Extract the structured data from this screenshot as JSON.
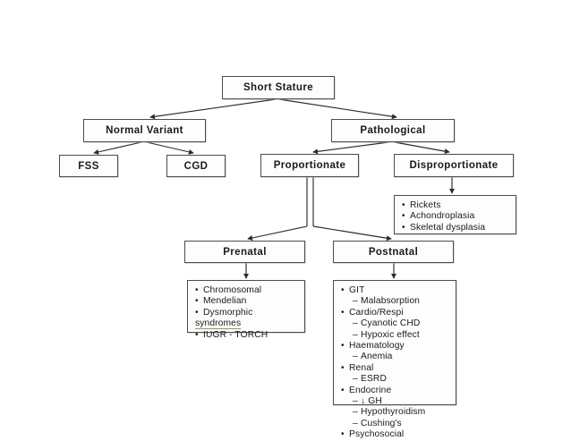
{
  "diagram": {
    "title_node": {
      "label": "Short Stature"
    },
    "nodes": {
      "normal_variant": {
        "label": "Normal Variant"
      },
      "pathological": {
        "label": "Pathological"
      },
      "fss": {
        "label": "FSS"
      },
      "cgd": {
        "label": "CGD"
      },
      "proportionate": {
        "label": "Proportionate"
      },
      "disproportionate": {
        "label": "Disproportionate"
      },
      "prenatal": {
        "label": "Prenatal"
      },
      "postnatal": {
        "label": "Postnatal"
      }
    },
    "detail_boxes": {
      "disproportionate_causes": {
        "items": [
          {
            "text": "Rickets",
            "level": 1,
            "marker": "bullet"
          },
          {
            "text": "Achondroplasia",
            "level": 1,
            "marker": "bullet"
          },
          {
            "text": "Skeletal dysplasia",
            "level": 1,
            "marker": "bullet"
          }
        ]
      },
      "prenatal_causes": {
        "items": [
          {
            "text": "Chromosomal",
            "level": 1,
            "marker": "bullet"
          },
          {
            "text": "Mendelian",
            "level": 1,
            "marker": "bullet"
          },
          {
            "text": "Dysmorphic",
            "level": 1,
            "marker": "bullet"
          },
          {
            "text": "syndromes",
            "level": 1,
            "marker": "none",
            "underlined": true
          },
          {
            "text": "IUGR - TORCH",
            "level": 1,
            "marker": "bullet"
          }
        ]
      },
      "postnatal_causes": {
        "items": [
          {
            "text": "GIT",
            "level": 1,
            "marker": "bullet"
          },
          {
            "text": "Malabsorption",
            "level": 2,
            "marker": "dash"
          },
          {
            "text": "Cardio/Respi",
            "level": 1,
            "marker": "bullet"
          },
          {
            "text": "Cyanotic CHD",
            "level": 2,
            "marker": "dash"
          },
          {
            "text": "Hypoxic effect",
            "level": 2,
            "marker": "dash"
          },
          {
            "text": "Haematology",
            "level": 1,
            "marker": "bullet"
          },
          {
            "text": "Anemia",
            "level": 2,
            "marker": "dash"
          },
          {
            "text": "Renal",
            "level": 1,
            "marker": "bullet"
          },
          {
            "text": "ESRD",
            "level": 2,
            "marker": "dash"
          },
          {
            "text": "Endocrine",
            "level": 1,
            "marker": "bullet"
          },
          {
            "text": "↓ GH",
            "level": 2,
            "marker": "dash"
          },
          {
            "text": "Hypothyroidism",
            "level": 2,
            "marker": "dash"
          },
          {
            "text": "Cushing's",
            "level": 2,
            "marker": "dash"
          },
          {
            "text": "Psychosocial",
            "level": 1,
            "marker": "bullet"
          }
        ]
      }
    },
    "colors": {
      "background": "#ffffff",
      "box_border": "#4c4c4c",
      "box_fill": "#fdfdfd",
      "connector": "#2b2b2b",
      "text": "#1a1a1a",
      "squiggle": "#8a9a6a"
    }
  }
}
